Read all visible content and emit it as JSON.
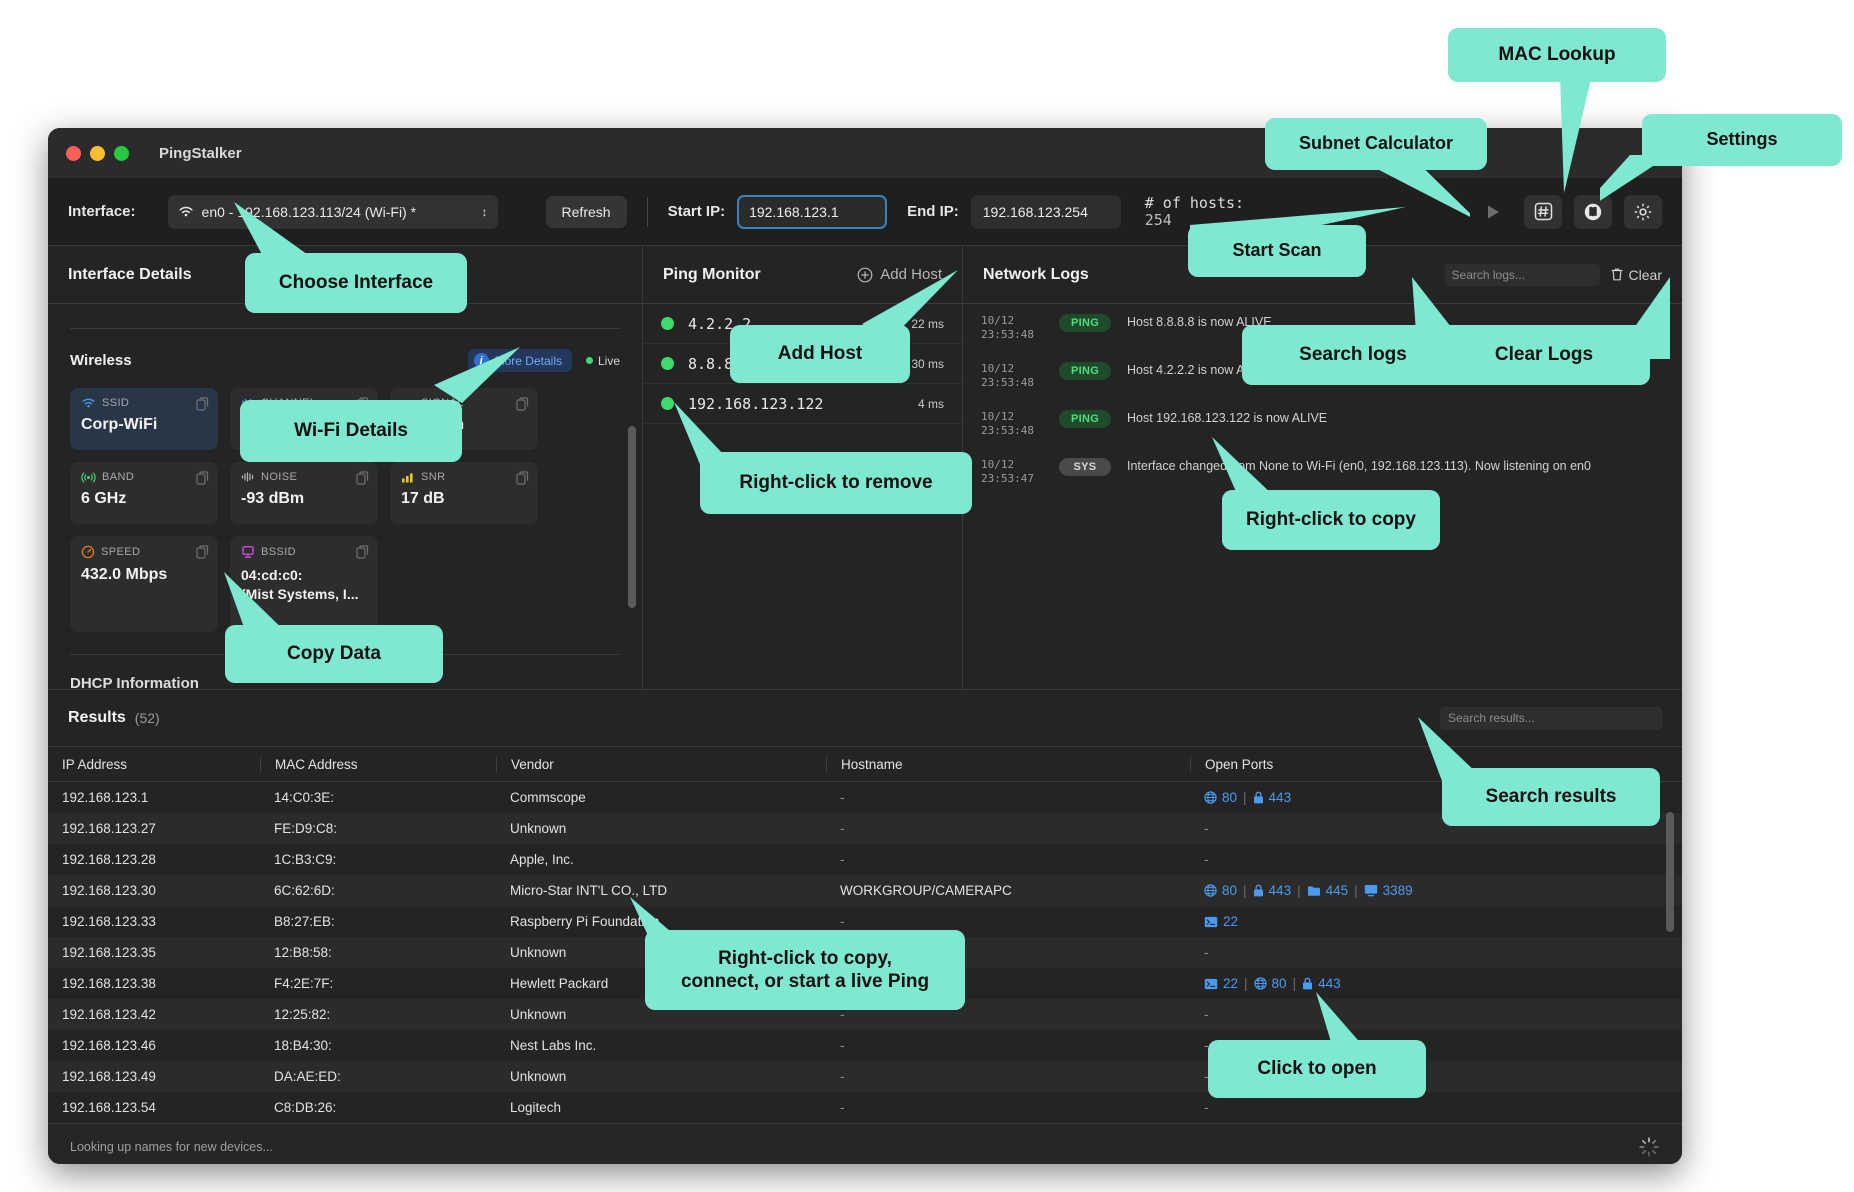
{
  "window": {
    "title": "PingStalker",
    "traffic_lights": [
      "close",
      "minimize",
      "maximize"
    ]
  },
  "toolbar": {
    "interface_label": "Interface:",
    "interface_value": "en0 - 192.168.123.113/24 (Wi-Fi) *",
    "refresh_label": "Refresh",
    "start_ip_label": "Start IP:",
    "start_ip_value": "192.168.123.1",
    "end_ip_label": "End IP:",
    "end_ip_value": "192.168.123.254",
    "hosts_label": "# of hosts:",
    "hosts_value": "254",
    "buttons": [
      {
        "name": "start-scan-button",
        "icon": "play-icon"
      },
      {
        "name": "subnet-calculator-button",
        "icon": "hash-box-icon"
      },
      {
        "name": "mac-lookup-button",
        "icon": "book-icon"
      },
      {
        "name": "settings-button",
        "icon": "gear-icon"
      }
    ]
  },
  "interface_details": {
    "title": "Interface Details",
    "wireless": {
      "section_title": "Wireless",
      "more_details_label": "More Details",
      "live_label": "Live",
      "cards": [
        {
          "key": "SSID",
          "value": "Corp-WiFi",
          "icon": "wifi-icon",
          "highlight": true
        },
        {
          "key": "CHANNEL",
          "value": "",
          "icon": "channel-icon",
          "highlight": false
        },
        {
          "key": "SIGNAL",
          "value": "-76 dBm",
          "icon": "signal-icon",
          "highlight": false
        },
        {
          "key": "BAND",
          "value": "6 GHz",
          "icon": "band-icon",
          "highlight": false
        },
        {
          "key": "NOISE",
          "value": "-93 dBm",
          "icon": "noise-icon",
          "highlight": false
        },
        {
          "key": "SNR",
          "value": "17 dB",
          "icon": "bars-icon",
          "highlight": false
        },
        {
          "key": "SPEED",
          "value": "432.0 Mbps",
          "icon": "speed-icon",
          "highlight": false
        },
        {
          "key": "BSSID",
          "value": "04:cd:c0:\n(Mist Systems, I...",
          "icon": "bssid-icon",
          "highlight": false
        }
      ],
      "next_section_title": "DHCP Information"
    }
  },
  "ping_monitor": {
    "title": "Ping Monitor",
    "add_host_label": "Add Host",
    "rows": [
      {
        "status": "up",
        "host": "4.2.2.2",
        "latency": "22 ms"
      },
      {
        "status": "up",
        "host": "8.8.8.8",
        "latency": "30 ms"
      },
      {
        "status": "up",
        "host": "192.168.123.122",
        "latency": "4 ms"
      }
    ]
  },
  "network_logs": {
    "title": "Network Logs",
    "search_placeholder": "Search logs...",
    "clear_label": "Clear",
    "rows": [
      {
        "date": "10/12",
        "time": "23:53:48",
        "type": "PING",
        "message": "Host 8.8.8.8 is now ALIVE"
      },
      {
        "date": "10/12",
        "time": "23:53:48",
        "type": "PING",
        "message": "Host 4.2.2.2 is now ALIVE"
      },
      {
        "date": "10/12",
        "time": "23:53:48",
        "type": "PING",
        "message": "Host 192.168.123.122 is now ALIVE"
      },
      {
        "date": "10/12",
        "time": "23:53:47",
        "type": "SYS",
        "message": "Interface changed from None to Wi-Fi (en0, 192.168.123.113). Now listening on en0"
      }
    ]
  },
  "results": {
    "title": "Results",
    "count": "(52)",
    "search_placeholder": "Search results...",
    "columns": [
      "IP Address",
      "MAC Address",
      "Vendor",
      "Hostname",
      "Open Ports"
    ],
    "rows": [
      {
        "ip": "192.168.123.1",
        "mac": "14:C0:3E:",
        "vendor": "Commscope",
        "hostname": "-",
        "ports": [
          {
            "port": "80",
            "icon": "globe-icon"
          },
          {
            "port": "443",
            "icon": "lock-icon"
          }
        ]
      },
      {
        "ip": "192.168.123.27",
        "mac": "FE:D9:C8:",
        "vendor": "Unknown",
        "hostname": "-",
        "ports": []
      },
      {
        "ip": "192.168.123.28",
        "mac": "1C:B3:C9:",
        "vendor": "Apple, Inc.",
        "hostname": "-",
        "ports": []
      },
      {
        "ip": "192.168.123.30",
        "mac": "6C:62:6D:",
        "vendor": "Micro-Star INT'L CO., LTD",
        "hostname": "WORKGROUP/CAMERAPC",
        "ports": [
          {
            "port": "80",
            "icon": "globe-icon"
          },
          {
            "port": "443",
            "icon": "lock-icon"
          },
          {
            "port": "445",
            "icon": "folder-icon"
          },
          {
            "port": "3389",
            "icon": "monitor-icon"
          }
        ]
      },
      {
        "ip": "192.168.123.33",
        "mac": "B8:27:EB:",
        "vendor": "Raspberry Pi Foundation",
        "hostname": "-",
        "ports": [
          {
            "port": "22",
            "icon": "terminal-icon"
          }
        ]
      },
      {
        "ip": "192.168.123.35",
        "mac": "12:B8:58:",
        "vendor": "Unknown",
        "hostname": "-",
        "ports": []
      },
      {
        "ip": "192.168.123.38",
        "mac": "F4:2E:7F:",
        "vendor": "Hewlett Packard",
        "hostname": "-",
        "ports": [
          {
            "port": "22",
            "icon": "terminal-icon"
          },
          {
            "port": "80",
            "icon": "globe-icon"
          },
          {
            "port": "443",
            "icon": "lock-icon"
          }
        ]
      },
      {
        "ip": "192.168.123.42",
        "mac": "12:25:82:",
        "vendor": "Unknown",
        "hostname": "-",
        "ports": []
      },
      {
        "ip": "192.168.123.46",
        "mac": "18:B4:30:",
        "vendor": "Nest Labs Inc.",
        "hostname": "-",
        "ports": []
      },
      {
        "ip": "192.168.123.49",
        "mac": "DA:AE:ED:",
        "vendor": "Unknown",
        "hostname": "-",
        "ports": []
      },
      {
        "ip": "192.168.123.54",
        "mac": "C8:DB:26:",
        "vendor": "Logitech",
        "hostname": "-",
        "ports": []
      }
    ]
  },
  "statusbar": {
    "text": "Looking up names for new devices...",
    "spinner_icon": "loading-spinner-icon"
  },
  "callouts": [
    {
      "id": "mac-lookup",
      "text": "MAC Lookup"
    },
    {
      "id": "subnet-calculator",
      "text": "Subnet Calculator"
    },
    {
      "id": "settings",
      "text": "Settings"
    },
    {
      "id": "choose-interface",
      "text": "Choose Interface"
    },
    {
      "id": "start-scan",
      "text": "Start Scan"
    },
    {
      "id": "add-host",
      "text": "Add Host"
    },
    {
      "id": "search-logs",
      "text": "Search logs"
    },
    {
      "id": "clear-logs",
      "text": "Clear Logs"
    },
    {
      "id": "wifi-details",
      "text": "Wi-Fi Details"
    },
    {
      "id": "right-click-remove",
      "text": "Right-click to remove"
    },
    {
      "id": "right-click-copy",
      "text": "Right-click to copy"
    },
    {
      "id": "copy-data",
      "text": "Copy Data"
    },
    {
      "id": "search-results",
      "text": "Search results"
    },
    {
      "id": "right-click-row",
      "text": "Right-click to copy,\nconnect, or start a live Ping"
    },
    {
      "id": "click-to-open",
      "text": "Click to open"
    }
  ],
  "colors": {
    "callout": "#7fe8d0",
    "accent_blue": "#4a9bf0",
    "status_up": "#3ddc6a",
    "ping_badge": "#4ee07a",
    "window_bg": "#242424"
  }
}
